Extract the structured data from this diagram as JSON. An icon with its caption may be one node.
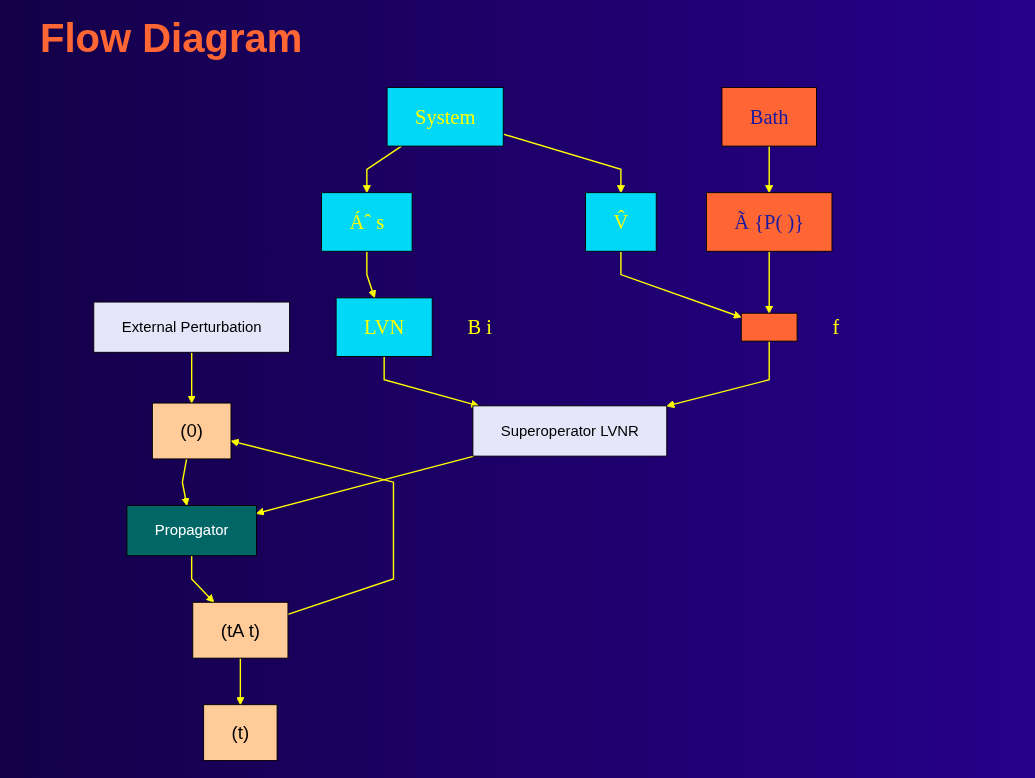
{
  "diagram": {
    "title": "Flow Diagram",
    "nodes": [
      {
        "text": [
          "External Perturbation"
        ]
      },
      {
        "text": [
          "System"
        ]
      },
      {
        "text": [
          "Bath"
        ]
      },
      {
        "text": [
          "Áˆ s"
        ]
      },
      {
        "text": [
          "V̂"
        ]
      },
      {
        "text": [
          "Ã {P( )}"
        ]
      },
      {
        "text": [
          "LVN"
        ],
        "beside": [
          "B i"
        ]
      },
      {
        "text": [],
        "shape": "box",
        "beside": [
          "f"
        ]
      },
      {
        "text": [
          "(0)"
        ]
      },
      {
        "text": [
          "Propagator"
        ]
      },
      {
        "text": [
          "Superoperator LVNR"
        ]
      },
      {
        "text": [
          "(tA t)"
        ]
      },
      {
        "text": [
          "(t)"
        ]
      }
    ],
    "edges": [
      {
        "from": 0,
        "to": 8,
        "arrow": "to"
      },
      {
        "from": 1,
        "to": 3,
        "arrow": "to"
      },
      {
        "from": 1,
        "to": 4,
        "arrow": "to"
      },
      {
        "from": 2,
        "to": 5,
        "arrow": "to"
      },
      {
        "from": 3,
        "to": 6,
        "arrow": "to"
      },
      {
        "from": 4,
        "to": 7,
        "arrow": "to"
      },
      {
        "from": 5,
        "to": 7,
        "arrow": "to"
      },
      {
        "from": 6,
        "to": 10,
        "arrow": "to"
      },
      {
        "from": 7,
        "to": 10,
        "arrow": "to"
      },
      {
        "from": 8,
        "to": 9,
        "arrow": "to"
      },
      {
        "from": 10,
        "to": 9,
        "arrow": "to"
      },
      {
        "from": 9,
        "to": 11,
        "arrow": "to"
      },
      {
        "from": 11,
        "to": 8,
        "arrow": "to"
      },
      {
        "from": 11,
        "to": 12,
        "arrow": "to"
      }
    ]
  }
}
